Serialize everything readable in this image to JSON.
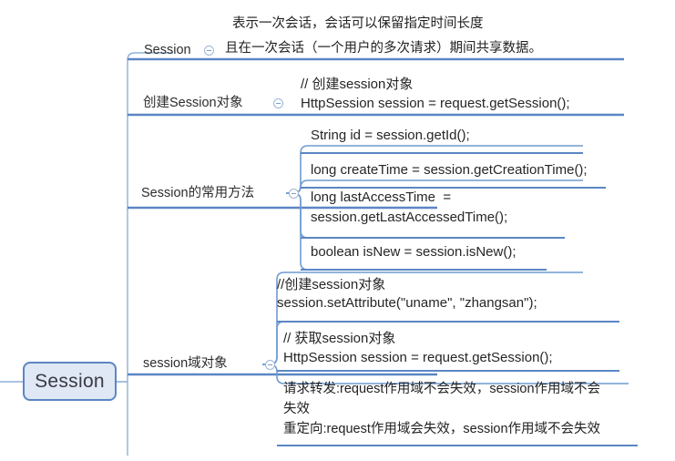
{
  "diagram": {
    "type": "mindmap",
    "title": "Session",
    "colors": {
      "branch_line": "#6f9bd1",
      "underline": "#5b86c4",
      "trunk": "#8fb0d8",
      "root_fill": "#dfe8f4",
      "root_border": "#5b86c4",
      "text": "#2b2b2b",
      "background": "#ffffff"
    },
    "root": {
      "label": "Session"
    },
    "branches": [
      {
        "id": "session-def",
        "label": "Session",
        "toggle": "collapse-toggle",
        "details": [
          {
            "lines": [
              "表示一次会话，会话可以保留指定时间长度",
              "且在一次会话（一个用户的多次请求）期间共享数据。"
            ]
          }
        ]
      },
      {
        "id": "create-session",
        "label": "创建Session对象",
        "toggle": "collapse-toggle",
        "details": [
          {
            "lines": [
              "// 创建session对象",
              "HttpSession session = request.getSession();"
            ]
          }
        ]
      },
      {
        "id": "session-methods",
        "label": "Session的常用方法",
        "toggle": "collapse-toggle",
        "details": [
          {
            "lines": [
              "String id = session.getId();"
            ]
          },
          {
            "lines": [
              "long createTime = session.getCreationTime();"
            ]
          },
          {
            "lines": [
              "long lastAccessTime  =",
              "session.getLastAccessedTime();"
            ]
          },
          {
            "lines": [
              "boolean isNew = session.isNew();"
            ]
          }
        ]
      },
      {
        "id": "session-scope",
        "label": "session域对象",
        "toggle": "collapse-toggle",
        "details": [
          {
            "lines": [
              "//创建session对象",
              "session.setAttribute(\"uname\", \"zhangsan\");"
            ]
          },
          {
            "lines": [
              "// 获取session对象",
              "HttpSession session = request.getSession();"
            ]
          },
          {
            "lines": [
              "请求转发:request作用域不会失效，session作用域不会",
              "失效",
              "重定向:request作用域会失效，session作用域不会失效"
            ]
          }
        ]
      }
    ]
  }
}
